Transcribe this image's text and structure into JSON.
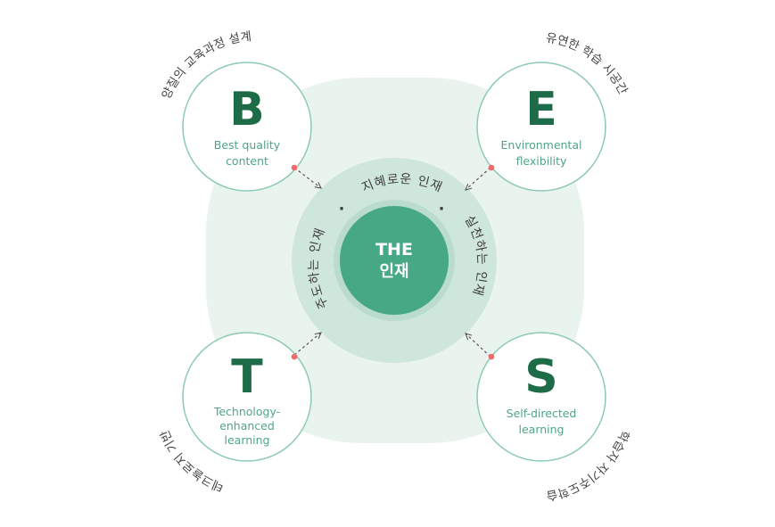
{
  "center": {
    "line1": "THE",
    "line2": "인재"
  },
  "ring_labels": {
    "top": "지혜로운 인재",
    "right": "실천하는 인재",
    "left": "주도하는 인재",
    "dot": "·"
  },
  "nodes": [
    {
      "key": "best",
      "letter": "B",
      "label_lines": [
        "Best quality",
        "content"
      ],
      "caption": "양질의 교육과정 설계"
    },
    {
      "key": "environmental",
      "letter": "E",
      "label_lines": [
        "Environmental",
        "flexibility"
      ],
      "caption": "유연한 학습 시공간"
    },
    {
      "key": "technology",
      "letter": "T",
      "label_lines": [
        "Technology-",
        "enhanced",
        "learning"
      ],
      "caption": "테크놀로지 기반"
    },
    {
      "key": "self-directed",
      "letter": "S",
      "label_lines": [
        "Self-directed",
        "learning"
      ],
      "caption": "학습자 자기주도학습"
    }
  ],
  "colors": {
    "primary": "#1e6b48",
    "center_fill": "#46a884",
    "text_green": "#4fa584",
    "outer_disc": "#eaf4ef",
    "ring": "#cfe6dc",
    "inner_ring": "#b9dccd",
    "accent_dot": "#ee6b6b",
    "caption": "#444444"
  }
}
